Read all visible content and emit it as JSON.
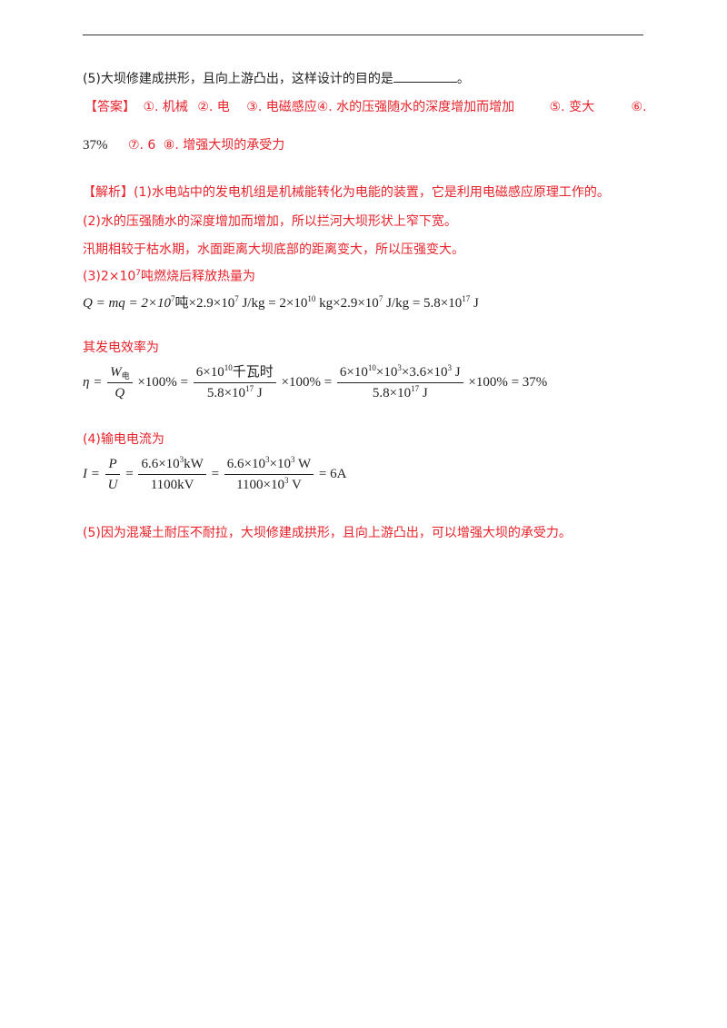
{
  "q5_prefix": "(5)",
  "q5_text": "大坝修建成拱形，且向上游凸出，这样设计的目的是",
  "q5_suffix": "。",
  "answer_tag": "【答案】",
  "answers": [
    "①. 机械",
    "②. 电",
    "③. 电磁感应",
    "④. 水的压强随水的深度增加而增加",
    "⑤. 变大",
    "⑥."
  ],
  "answer6_value": "37%",
  "answers_line2": [
    "⑦. 6",
    "⑧. 增强大坝的承受力"
  ],
  "analysis_tag": "【解析】",
  "analysis_1": "(1)水电站中的发电机组是机械能转化为电能的装置，它是利用电磁感应原理工作的。",
  "analysis_2": "(2)水的压强随水的深度增加而增加，所以拦河大坝形状上窄下宽。",
  "analysis_2b": "汛期相较于枯水期，水面距离大坝底部的距离变大，所以压强变大。",
  "analysis_3_prefix": "(3)2×10",
  "analysis_3_exp": "7",
  "analysis_3_text": "吨燃烧后释放热量为",
  "eq_heat": {
    "lhs": "Q = mq = 2×10",
    "e1": "7",
    "p1": "吨×2.9×10",
    "e2": "7",
    "p2": " J/kg = 2×10",
    "e3": "10",
    "p3": " kg×2.9×10",
    "e4": "7",
    "p4": " J/kg = 5.8×10",
    "e5": "17",
    "p5": " J"
  },
  "efficiency_intro": "其发电效率为",
  "eq_eff": {
    "eta": "η =",
    "w": "W",
    "w_sub": "电",
    "q": "Q",
    "times100": "×100% =",
    "n1_a": "6×10",
    "n1_e": "10",
    "n1_b": "千瓦时",
    "d1_a": "5.8×10",
    "d1_e": "17",
    "d1_b": " J",
    "mid": "×100% =",
    "n2_a": "6×10",
    "n2_e1": "10",
    "n2_b": "×10",
    "n2_e2": "3",
    "n2_c": "×3.6×10",
    "n2_e3": "3",
    "n2_d": " J",
    "d2_a": "5.8×10",
    "d2_e": "17",
    "d2_b": " J",
    "tail": "×100% = 37%"
  },
  "analysis_4": "(4)输电电流为",
  "eq_cur": {
    "lhs": "I =",
    "p": "P",
    "u": "U",
    "eq1": "=",
    "n1_a": "6.6×10",
    "n1_e": "3",
    "n1_b": "kW",
    "d1": "1100kV",
    "eq2": "=",
    "n2_a": "6.6×10",
    "n2_e1": "3",
    "n2_b": "×10",
    "n2_e2": "3",
    "n2_c": " W",
    "d2_a": "1100×10",
    "d2_e": "3",
    "d2_b": " V",
    "tail": "= 6A"
  },
  "analysis_5": "(5)因为混凝土耐压不耐拉，大坝修建成拱形，且向上游凸出，可以增强大坝的承受力。"
}
